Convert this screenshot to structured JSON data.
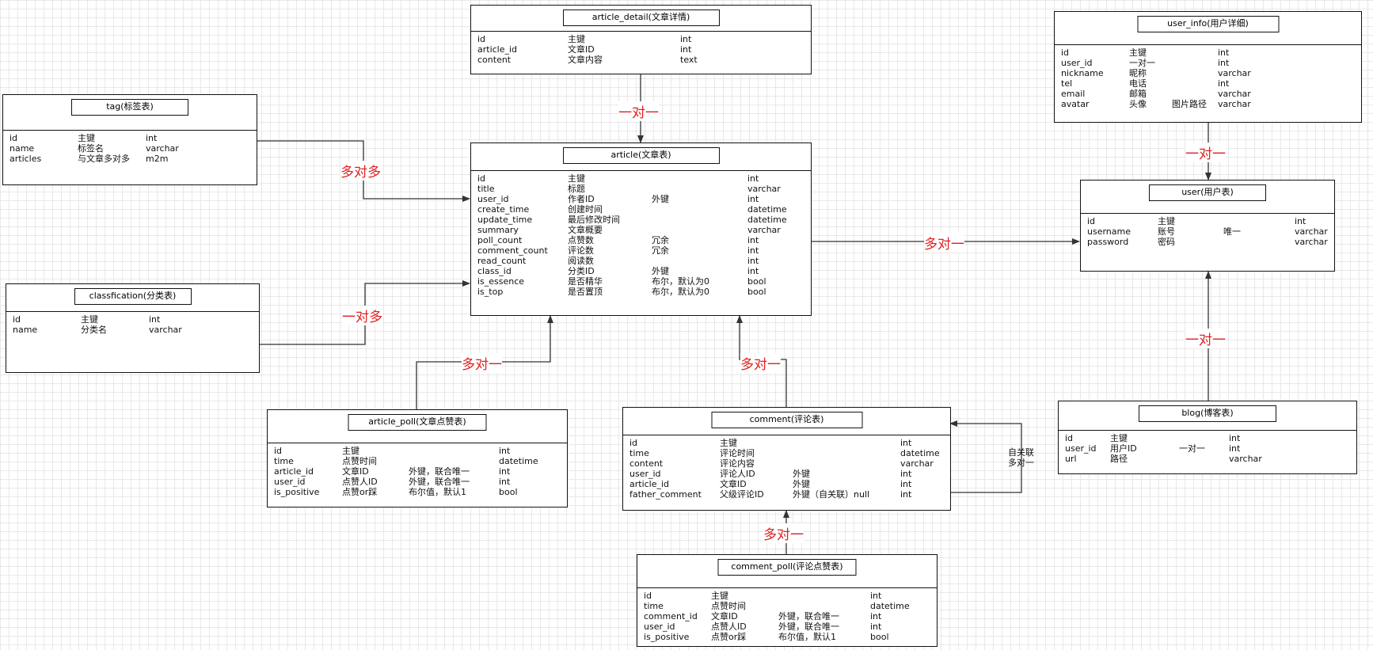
{
  "tables": {
    "article_detail": {
      "title": "article_detail(文章详情)",
      "rows": [
        [
          "id",
          "主键",
          "int"
        ],
        [
          "article_id",
          "文章ID",
          "int"
        ],
        [
          "content",
          "文章内容",
          "text"
        ]
      ]
    },
    "tag": {
      "title": "tag(标签表)",
      "rows": [
        [
          "id",
          "主键",
          "int"
        ],
        [
          "name",
          "标签名",
          "varchar"
        ],
        [
          "articles",
          "与文章多对多",
          "m2m"
        ]
      ]
    },
    "classfication": {
      "title": "classfication(分类表)",
      "rows": [
        [
          "id",
          "主键",
          "int"
        ],
        [
          "name",
          "分类名",
          "varchar"
        ]
      ]
    },
    "article": {
      "title": "article(文章表)",
      "rows": [
        [
          "id",
          "主键",
          "",
          "int"
        ],
        [
          "title",
          "标题",
          "",
          "varchar"
        ],
        [
          "user_id",
          "作者ID",
          "外键",
          "int"
        ],
        [
          "create_time",
          "创建时间",
          "",
          "datetime"
        ],
        [
          "update_time",
          "最后修改时间",
          "",
          "datetime"
        ],
        [
          "summary",
          "文章概要",
          "",
          "varchar"
        ],
        [
          "poll_count",
          "点赞数",
          "冗余",
          "int"
        ],
        [
          "comment_count",
          "评论数",
          "冗余",
          "int"
        ],
        [
          "read_count",
          "阅读数",
          "",
          "int"
        ],
        [
          "class_id",
          "分类ID",
          "外键",
          "int"
        ],
        [
          "is_essence",
          "是否精华",
          "布尔，默认为0",
          "bool"
        ],
        [
          "is_top",
          "是否置顶",
          "布尔，默认为0",
          "bool"
        ]
      ]
    },
    "user_info": {
      "title": "user_info(用户详细)",
      "rows": [
        [
          "id",
          "主键",
          "",
          "int"
        ],
        [
          "user_id",
          "一对一",
          "",
          "int"
        ],
        [
          "nickname",
          "昵称",
          "",
          "varchar"
        ],
        [
          "tel",
          "电话",
          "",
          "int"
        ],
        [
          "email",
          "邮箱",
          "",
          "varchar"
        ],
        [
          "avatar",
          "头像",
          "图片路径",
          "varchar"
        ]
      ]
    },
    "user": {
      "title": "user(用户表)",
      "rows": [
        [
          "id",
          "主键",
          "",
          "int"
        ],
        [
          "username",
          "账号",
          "唯一",
          "varchar"
        ],
        [
          "password",
          "密码",
          "",
          "varchar"
        ]
      ]
    },
    "blog": {
      "title": "blog(博客表)",
      "rows": [
        [
          "id",
          "主键",
          "",
          "int"
        ],
        [
          "user_id",
          "用户ID",
          "一对一",
          "int"
        ],
        [
          "url",
          "路径",
          "",
          "varchar"
        ]
      ]
    },
    "article_poll": {
      "title": "article_poll(文章点赞表)",
      "rows": [
        [
          "id",
          "主键",
          "",
          "int"
        ],
        [
          "time",
          "点赞时间",
          "",
          "datetime"
        ],
        [
          "article_id",
          "文章ID",
          "外键，联合唯一",
          "int"
        ],
        [
          "user_id",
          "点赞人ID",
          "外键，联合唯一",
          "int"
        ],
        [
          "is_positive",
          "点赞or踩",
          "布尔值，默认1",
          "bool"
        ]
      ]
    },
    "comment": {
      "title": "comment(评论表)",
      "rows": [
        [
          "id",
          "主键",
          "",
          "int"
        ],
        [
          "time",
          "评论时间",
          "",
          "datetime"
        ],
        [
          "content",
          "评论内容",
          "",
          "varchar"
        ],
        [
          "user_id",
          "评论人ID",
          "外键",
          "int"
        ],
        [
          "article_id",
          "文章ID",
          "外键",
          "int"
        ],
        [
          "father_comment",
          "父级评论ID",
          "外键（自关联）null",
          "int"
        ]
      ]
    },
    "comment_poll": {
      "title": "comment_poll(评论点赞表)",
      "rows": [
        [
          "id",
          "主键",
          "",
          "int"
        ],
        [
          "time",
          "点赞时间",
          "",
          "datetime"
        ],
        [
          "comment_id",
          "文章ID",
          "外键，联合唯一",
          "int"
        ],
        [
          "user_id",
          "点赞人ID",
          "外键，联合唯一",
          "int"
        ],
        [
          "is_positive",
          "点赞or踩",
          "布尔值，默认1",
          "bool"
        ]
      ]
    }
  },
  "relations": {
    "detail_article": "一对一",
    "tag_article": "多对多",
    "class_article": "一对多",
    "article_user": "多对一",
    "userinfo_user": "一对一",
    "blog_user": "一对一",
    "articlepoll_article": "多对一",
    "comment_article": "多对一",
    "commentpoll_comment": "多对一",
    "comment_self_1": "自关联",
    "comment_self_2": "多对一"
  },
  "colors": {
    "relation_label": "#e02020",
    "line": "#333333"
  }
}
